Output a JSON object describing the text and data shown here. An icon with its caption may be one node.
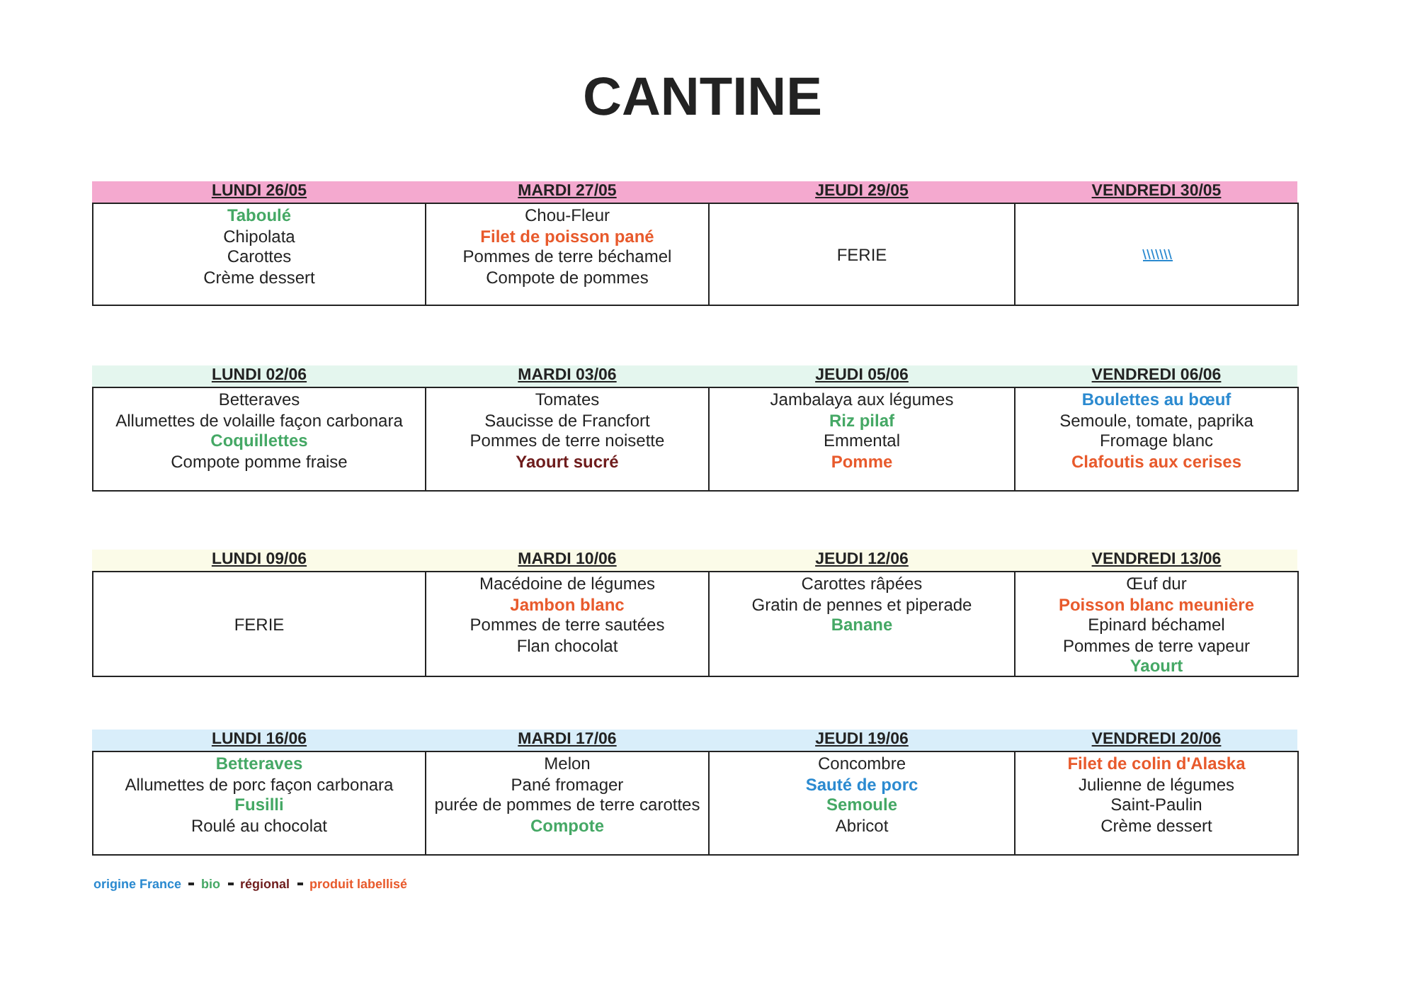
{
  "diagram": {
    "title": "CANTINE",
    "nodes": [
      {
        "text": [
          "LUNDI 26/05",
          "Taboulé",
          "Chipolata",
          "Carottes",
          "Crème dessert"
        ]
      },
      {
        "text": [
          "MARDI 27/05",
          "Chou-Fleur",
          "Filet de poisson pané",
          "Pommes de terre béchamel",
          "Compote de pommes"
        ]
      },
      {
        "text": [
          "JEUDI 29/05",
          "FERIE"
        ]
      },
      {
        "text": [
          "VENDREDI 30/05"
        ]
      },
      {
        "text": [
          "LUNDI 02/06",
          "Betteraves",
          "Allumettes de volaille façon carbonara",
          "Coquillettes",
          "Compote pomme fraise"
        ]
      },
      {
        "text": [
          "MARDI 03/06",
          "Tomates",
          "Saucisse de Francfort",
          "Pommes de terre noisette",
          "Yaourt sucré"
        ]
      },
      {
        "text": [
          "JEUDI 05/06",
          "Jambalaya aux légumes",
          "Riz pilaf",
          "Emmental",
          "Pomme"
        ]
      },
      {
        "text": [
          "VENDREDI 06/06",
          "Boulettes au bœuf",
          "Semoule, tomate, paprika",
          "Fromage blanc",
          "Clafoutis aux cerises"
        ]
      },
      {
        "text": [
          "LUNDI 09/06",
          "FERIE"
        ]
      },
      {
        "text": [
          "MARDI 10/06",
          "Macédoine de légumes",
          "Jambon blanc",
          "Pommes de terre sautées",
          "Flan chocolat"
        ]
      },
      {
        "text": [
          "JEUDI 12/06",
          "Carottes râpées",
          "Gratin de pennes et piperade",
          "Banane"
        ]
      },
      {
        "text": [
          "VENDREDI 13/06",
          "Œuf dur",
          "Poisson blanc meunière",
          "Epinard béchamel",
          "Pommes de terre vapeur",
          "Yaourt"
        ]
      },
      {
        "text": [
          "LUNDI 16/06",
          "Betteraves",
          "Allumettes de porc façon carbonara",
          "Fusilli",
          "Roulé au chocolat"
        ]
      },
      {
        "text": [
          "MARDI 17/06",
          "Melon",
          "Pané fromager",
          "purée de pommes de terre carottes",
          "Compote"
        ]
      },
      {
        "text": [
          "JEUDI 19/06",
          "Concombre",
          "Sauté de porc",
          "Semoule",
          "Abricot"
        ]
      },
      {
        "text": [
          "VENDREDI 20/06",
          "Filet de colin d'Alaska",
          "Julienne de légumes",
          "Saint-Paulin",
          "Crème dessert"
        ]
      }
    ],
    "legend": [
      {
        "text": "origine France",
        "color": "#2b8ad0"
      },
      {
        "text": "bio",
        "color": "#45a865"
      },
      {
        "text": "régional",
        "color": "#6e1c1c"
      },
      {
        "text": "produit labellisé",
        "color": "#e85a2c"
      }
    ]
  }
}
